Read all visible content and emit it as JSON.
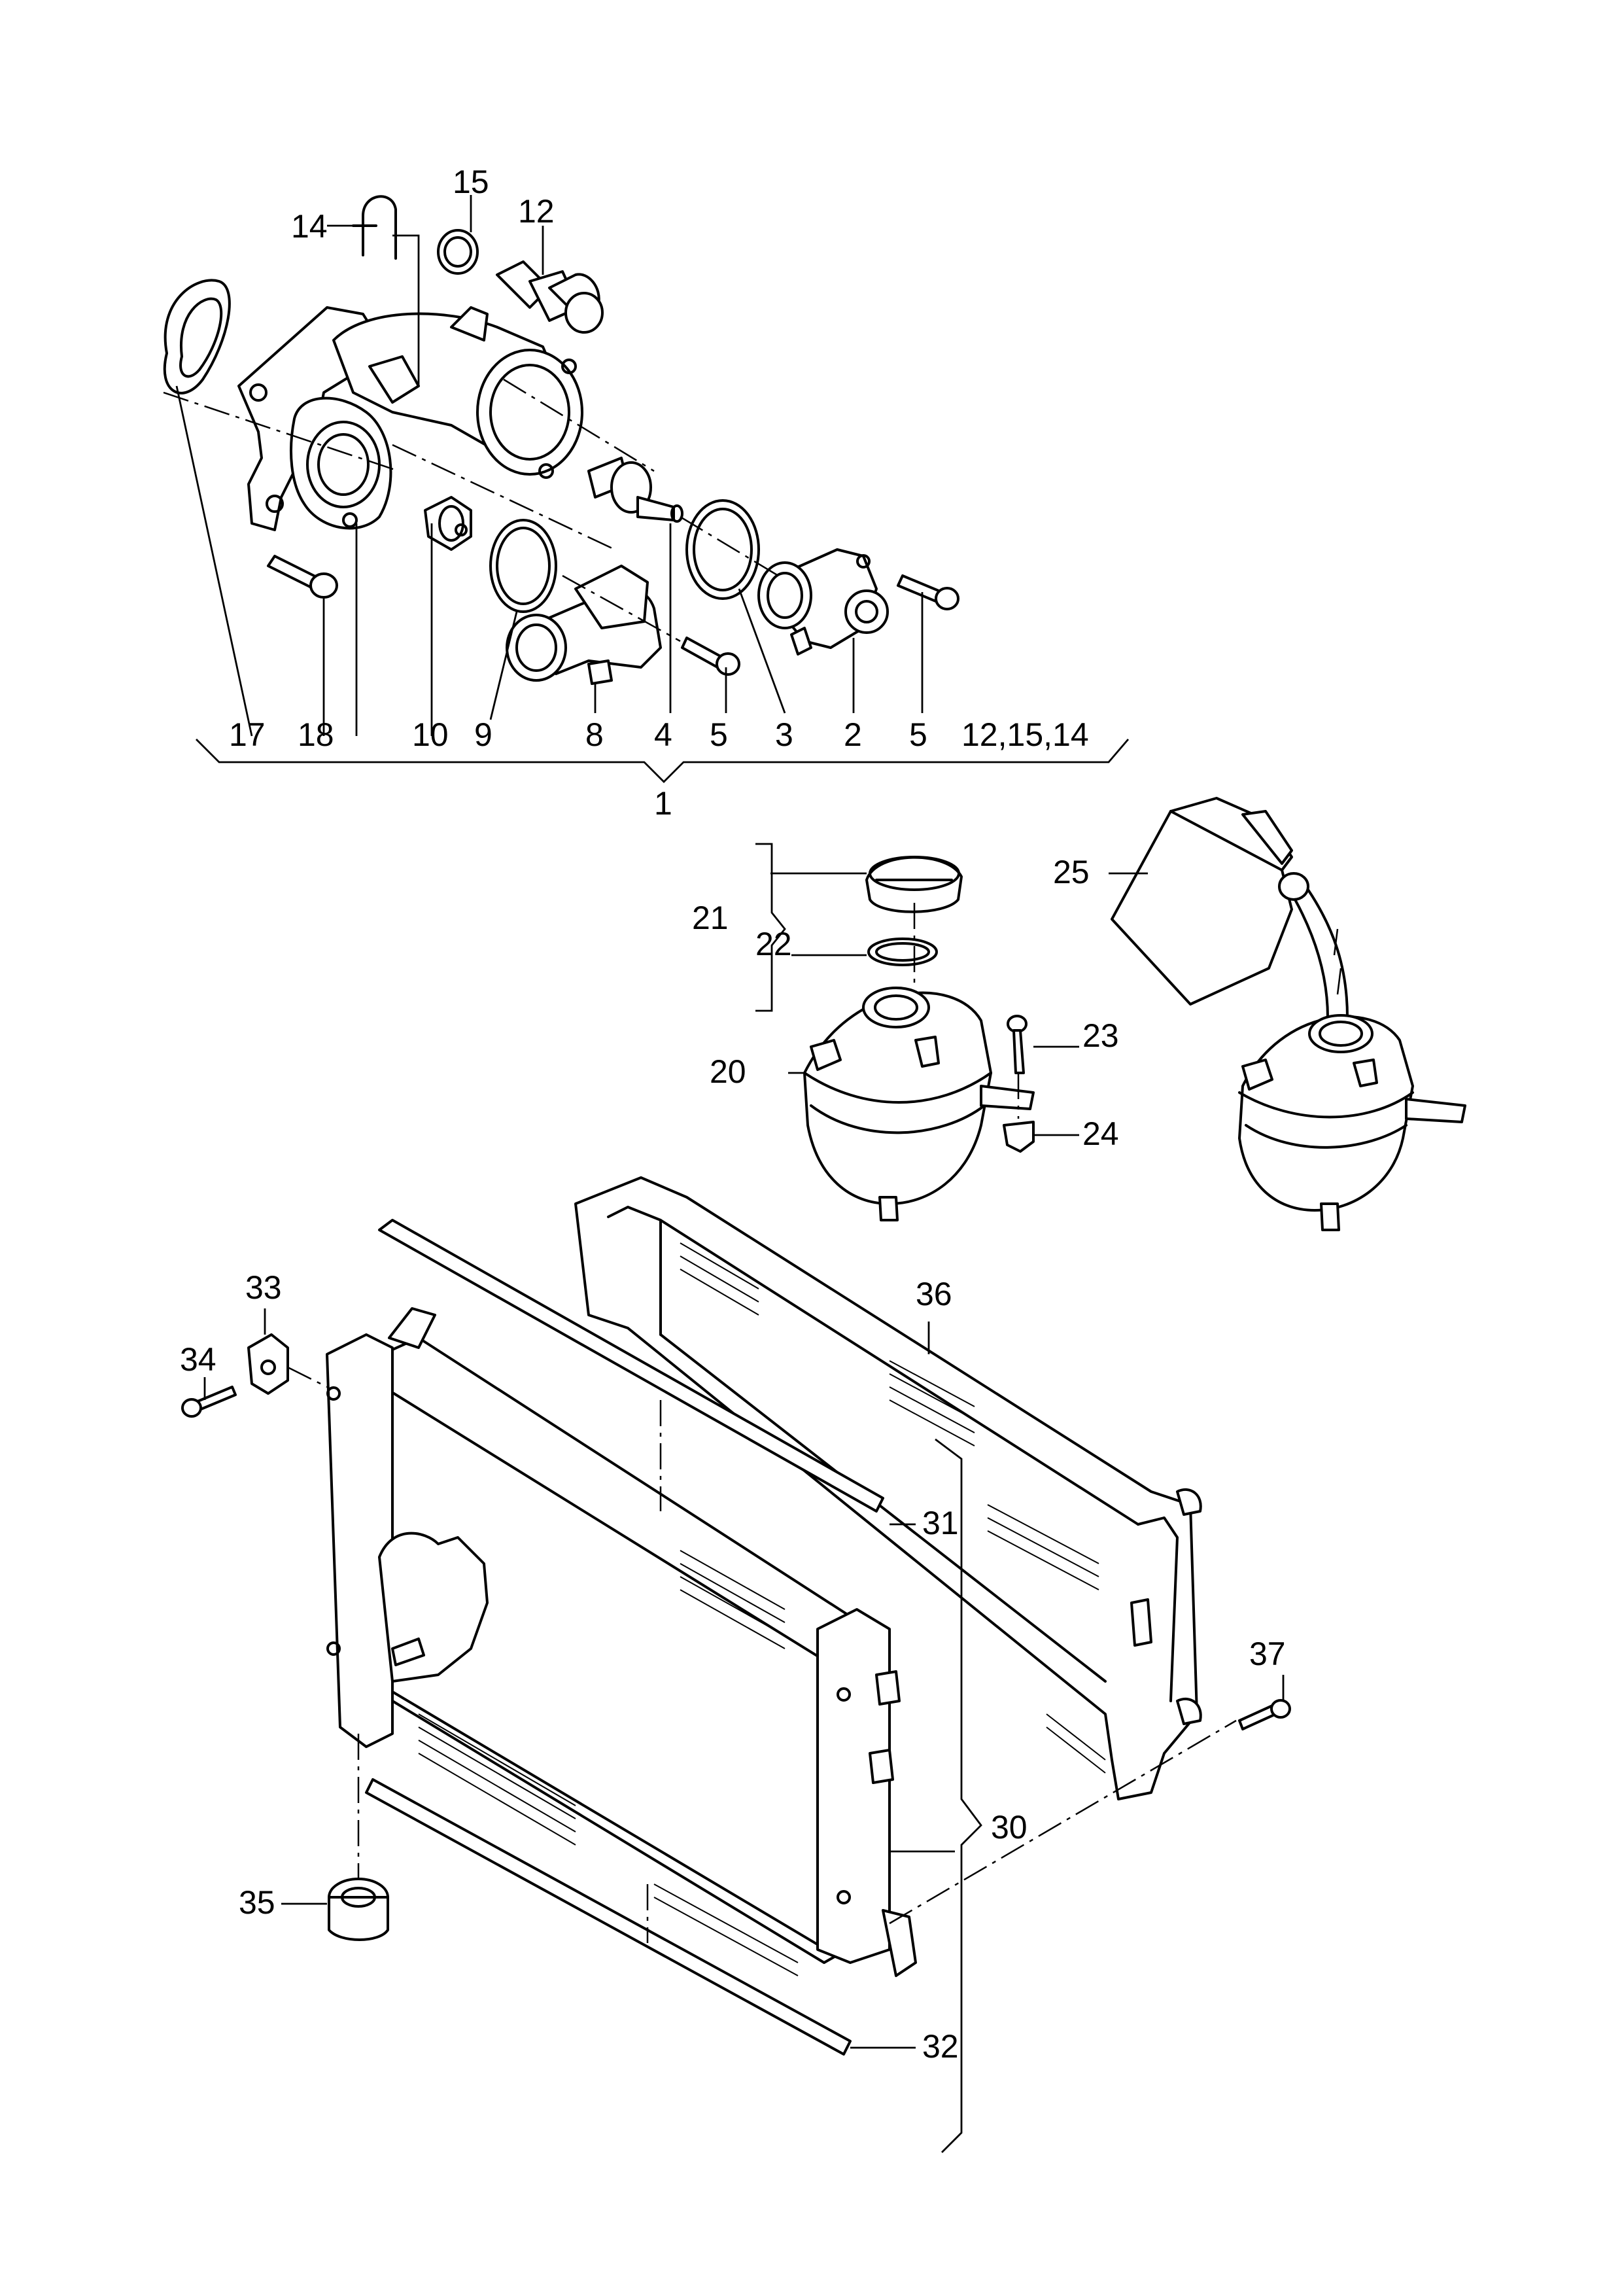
{
  "labels": {
    "l1": "1",
    "l2": "2",
    "l3": "3",
    "l4": "4",
    "l5a": "5",
    "l5b": "5",
    "l8": "8",
    "l9": "9",
    "l10": "10",
    "l12": "12",
    "l12_15_14": "12,15,14",
    "l14": "14",
    "l15": "15",
    "l17": "17",
    "l18": "18",
    "l20": "20",
    "l21": "21",
    "l22": "22",
    "l23": "23",
    "l24": "24",
    "l25": "25",
    "l30": "30",
    "l31": "31",
    "l32": "32",
    "l33": "33",
    "l34": "34",
    "l35": "35",
    "l36": "36",
    "l37": "37"
  },
  "icons": {
    "thermostat_housing": "thermostat-housing-icon",
    "sender": "temperature-sender-icon",
    "expansion_tank": "coolant-expansion-tank-icon",
    "coolant_bottle": "coolant-bottle-icon",
    "radiator": "radiator-icon",
    "condenser": "condenser-icon"
  }
}
